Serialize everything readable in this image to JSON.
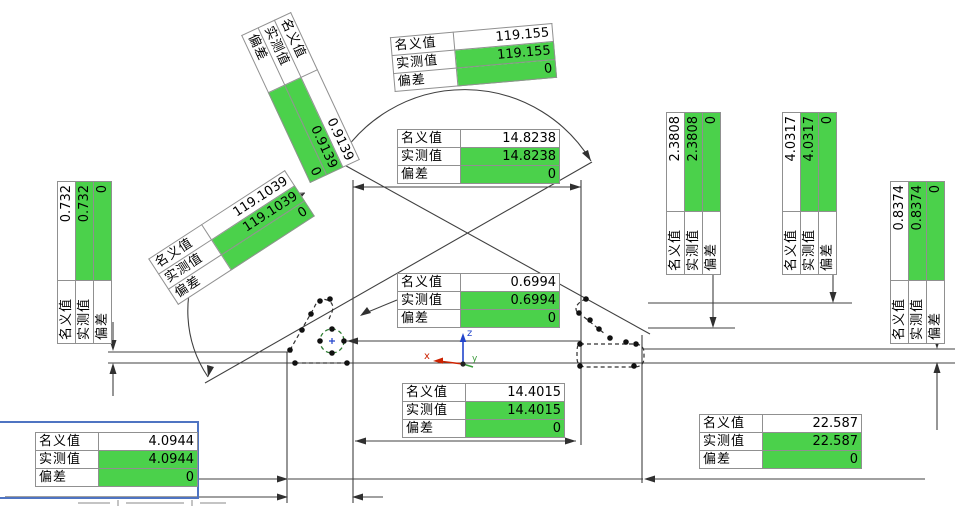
{
  "app": "CMM measurement result view",
  "labels": {
    "nominal": "名义值",
    "measured": "实测值",
    "deviation": "偏差"
  },
  "colors": {
    "pass_green": "#4bd14b",
    "line": "#404040",
    "selection_blue": "#4f74c2",
    "axis_x_red": "#cc2200",
    "axis_y_green": "#3a9a3a",
    "axis_z_blue": "#2244cc"
  },
  "axis_triad": {
    "x": "x",
    "y": "y",
    "z": "z"
  },
  "callouts": [
    {
      "id": "dim-119.155",
      "nominal": "119.155",
      "measured": "119.155",
      "deviation": "0"
    },
    {
      "id": "dim-0.9139",
      "nominal": "0.9139",
      "measured": "0.9139",
      "deviation": "0"
    },
    {
      "id": "dim-14.8238",
      "nominal": "14.8238",
      "measured": "14.8238",
      "deviation": "0"
    },
    {
      "id": "dim-119.1039",
      "nominal": "119.1039",
      "measured": "119.1039",
      "deviation": "0"
    },
    {
      "id": "dim-0.732",
      "nominal": "0.732",
      "measured": "0.732",
      "deviation": "0"
    },
    {
      "id": "dim-2.3808",
      "nominal": "2.3808",
      "measured": "2.3808",
      "deviation": "0"
    },
    {
      "id": "dim-4.0317",
      "nominal": "4.0317",
      "measured": "4.0317",
      "deviation": "0"
    },
    {
      "id": "dim-0.8374",
      "nominal": "0.8374",
      "measured": "0.8374",
      "deviation": "0"
    },
    {
      "id": "dim-0.6994",
      "nominal": "0.6994",
      "measured": "0.6994",
      "deviation": "0"
    },
    {
      "id": "dim-14.4015",
      "nominal": "14.4015",
      "measured": "14.4015",
      "deviation": "0"
    },
    {
      "id": "dim-4.0944",
      "nominal": "4.0944",
      "measured": "4.0944",
      "deviation": "0",
      "selected": true
    },
    {
      "id": "dim-22.587",
      "nominal": "22.587",
      "measured": "22.587",
      "deviation": "0"
    }
  ]
}
